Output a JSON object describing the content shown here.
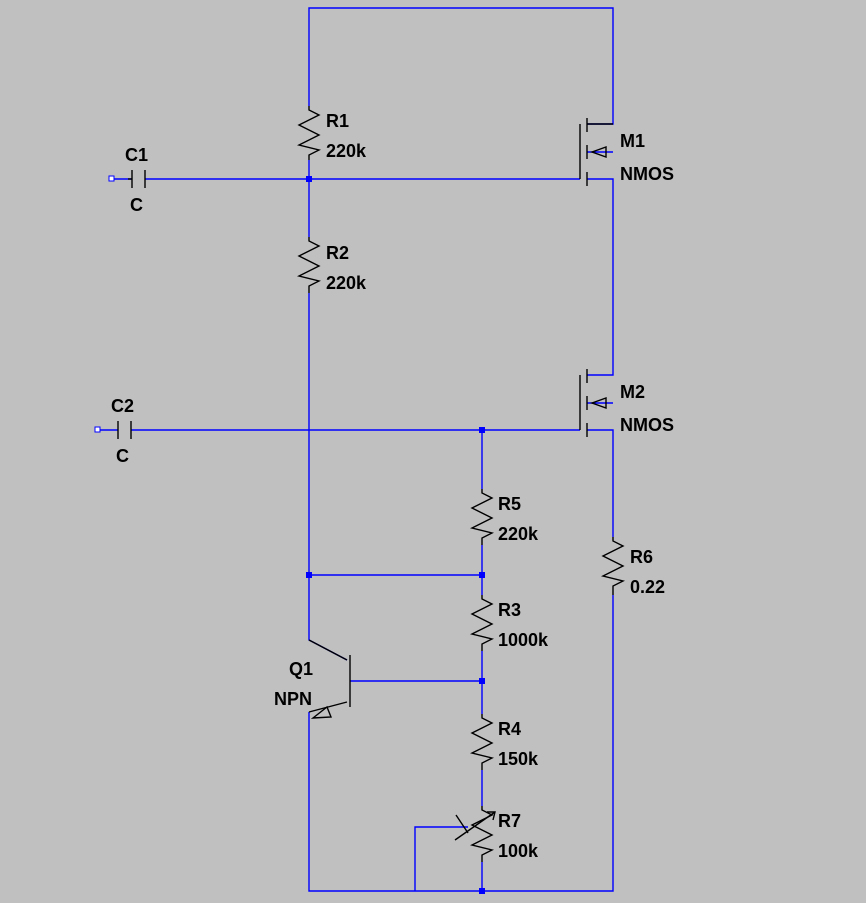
{
  "schematic": {
    "colors": {
      "background": "#c0c0c0",
      "wire": "#0000ff",
      "symbol": "#000000"
    },
    "components": {
      "R1": {
        "name": "R1",
        "value": "220k"
      },
      "R2": {
        "name": "R2",
        "value": "220k"
      },
      "R3": {
        "name": "R3",
        "value": "1000k"
      },
      "R4": {
        "name": "R4",
        "value": "150k"
      },
      "R5": {
        "name": "R5",
        "value": "220k"
      },
      "R6": {
        "name": "R6",
        "value": "0.22"
      },
      "R7": {
        "name": "R7",
        "value": "100k"
      },
      "C1": {
        "name": "C1",
        "value": "C"
      },
      "C2": {
        "name": "C2",
        "value": "C"
      },
      "M1": {
        "name": "M1",
        "value": "NMOS"
      },
      "M2": {
        "name": "M2",
        "value": "NMOS"
      },
      "Q1": {
        "name": "Q1",
        "value": "NPN"
      }
    }
  }
}
